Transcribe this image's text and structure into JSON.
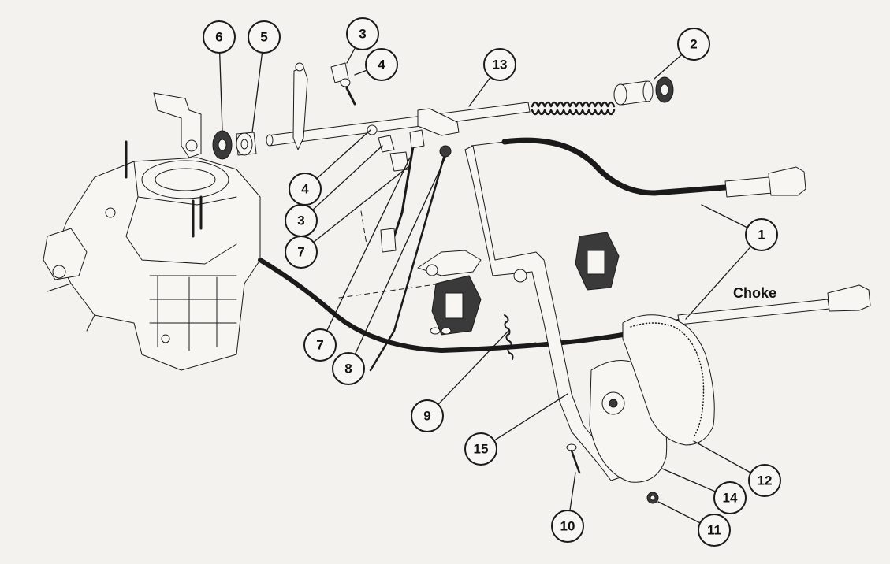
{
  "diagram": {
    "callouts": [
      {
        "id": "c1",
        "label": "1"
      },
      {
        "id": "c2",
        "label": "2"
      },
      {
        "id": "c3a",
        "label": "3"
      },
      {
        "id": "c4a",
        "label": "4"
      },
      {
        "id": "c5",
        "label": "5"
      },
      {
        "id": "c6",
        "label": "6"
      },
      {
        "id": "c13",
        "label": "13"
      },
      {
        "id": "c4b",
        "label": "4"
      },
      {
        "id": "c3b",
        "label": "3"
      },
      {
        "id": "c7a",
        "label": "7"
      },
      {
        "id": "c7b",
        "label": "7"
      },
      {
        "id": "c8",
        "label": "8"
      },
      {
        "id": "c9",
        "label": "9"
      },
      {
        "id": "c15",
        "label": "15"
      },
      {
        "id": "c10",
        "label": "10"
      },
      {
        "id": "c11",
        "label": "11"
      },
      {
        "id": "c14",
        "label": "14"
      },
      {
        "id": "c12",
        "label": "12"
      }
    ],
    "choke_label": "Choke"
  },
  "style": {
    "background": "#f3f2ee",
    "ink": "#1a1a1a"
  }
}
